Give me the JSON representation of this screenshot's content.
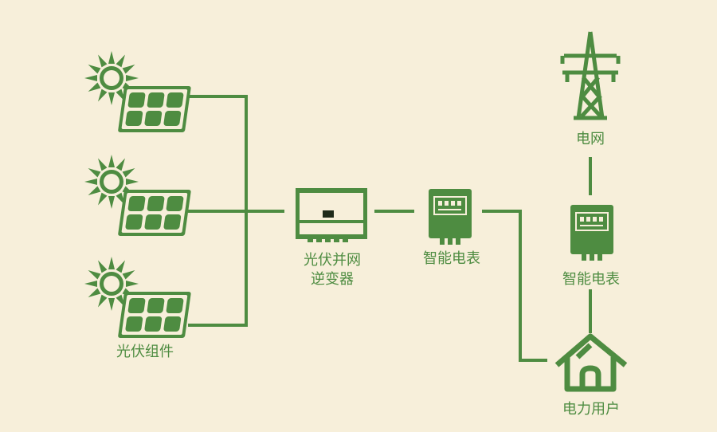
{
  "colors": {
    "background": "#f7efda",
    "green": "#4e8c41",
    "accent_dark": "#1f2b1a",
    "panel_cell": "#4e8c41"
  },
  "labels": {
    "pv_modules": "光伏组件",
    "inverter_line1": "光伏并网",
    "inverter_line2": "逆变器",
    "meter_1": "智能电表",
    "grid": "电网",
    "meter_2": "智能电表",
    "user": "电力用户"
  },
  "icons": {
    "pv": "solar-panel-with-sun-icon",
    "inverter": "inverter-icon",
    "meter": "smart-meter-icon",
    "grid": "transmission-tower-icon",
    "user": "house-icon"
  }
}
